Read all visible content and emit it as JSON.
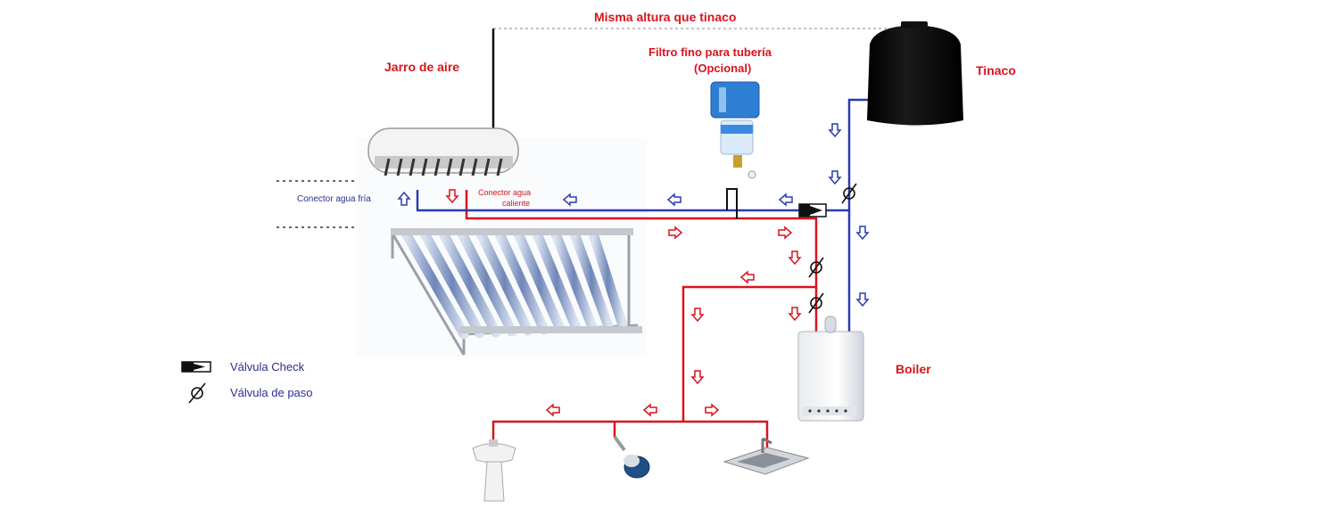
{
  "labels": {
    "height_note": "Misma altura que tinaco",
    "air_jar": "Jarro de aire",
    "filter_line1": "Filtro fino para tubería",
    "filter_line2": "(Opcional)",
    "tank": "Tinaco",
    "boiler": "Boiler",
    "cold_connector": "Conector agua fría",
    "hot_connector_line1": "Conector agua",
    "hot_connector_line2": "caliente"
  },
  "legend": {
    "check_valve": "Válvula Check",
    "shutoff_valve": "Válvula de paso"
  },
  "colors": {
    "hot_pipe": "#d8141f",
    "cold_pipe": "#2a3cb0",
    "label_red": "#d8141f",
    "label_blue": "#2a2f8f"
  }
}
